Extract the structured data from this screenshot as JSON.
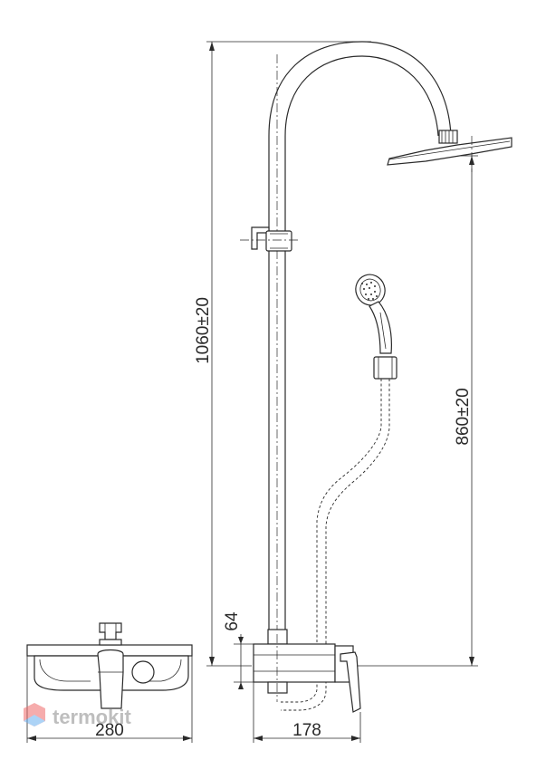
{
  "dimensions": {
    "total_height": "1060±20",
    "head_height": "860±20",
    "mixer_height": "64",
    "mixer_width": "280",
    "mixer_depth": "178"
  },
  "brand": {
    "name": "termokit",
    "logo_color": "#f06a6a",
    "logo_color_secondary": "#6ab0f0"
  }
}
